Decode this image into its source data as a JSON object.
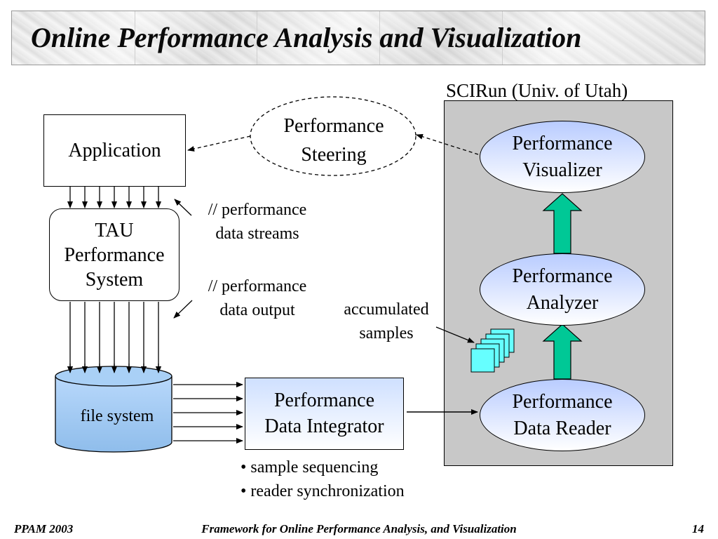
{
  "title": "Online Performance Analysis and Visualization",
  "scirun_label": "SCIRun (Univ. of Utah)",
  "nodes": {
    "application": "Application",
    "tau": [
      "TAU",
      "Performance",
      "System"
    ],
    "file_system": "file system",
    "steering": [
      "Performance",
      "Steering"
    ],
    "integrator": [
      "Performance",
      "Data Integrator"
    ],
    "visualizer": [
      "Performance",
      "Visualizer"
    ],
    "analyzer": [
      "Performance",
      "Analyzer"
    ],
    "reader": [
      "Performance",
      "Data Reader"
    ]
  },
  "annotations": {
    "streams": [
      "// performance",
      "data streams"
    ],
    "output": [
      "// performance",
      "data output"
    ],
    "accumulated": [
      "accumulated",
      "samples"
    ]
  },
  "bullets": [
    "• sample sequencing",
    "• reader synchronization"
  ],
  "footer": {
    "left": "PPAM 2003",
    "center": "Framework for Online Performance Analysis, and Visualization",
    "right": "14"
  },
  "colors": {
    "panel": "#c8c8c8",
    "up_arrow": "#00c896",
    "oval_top": "#b9ccff",
    "cylinder": "#9ec8f2",
    "sample_card": "#66ffff"
  }
}
